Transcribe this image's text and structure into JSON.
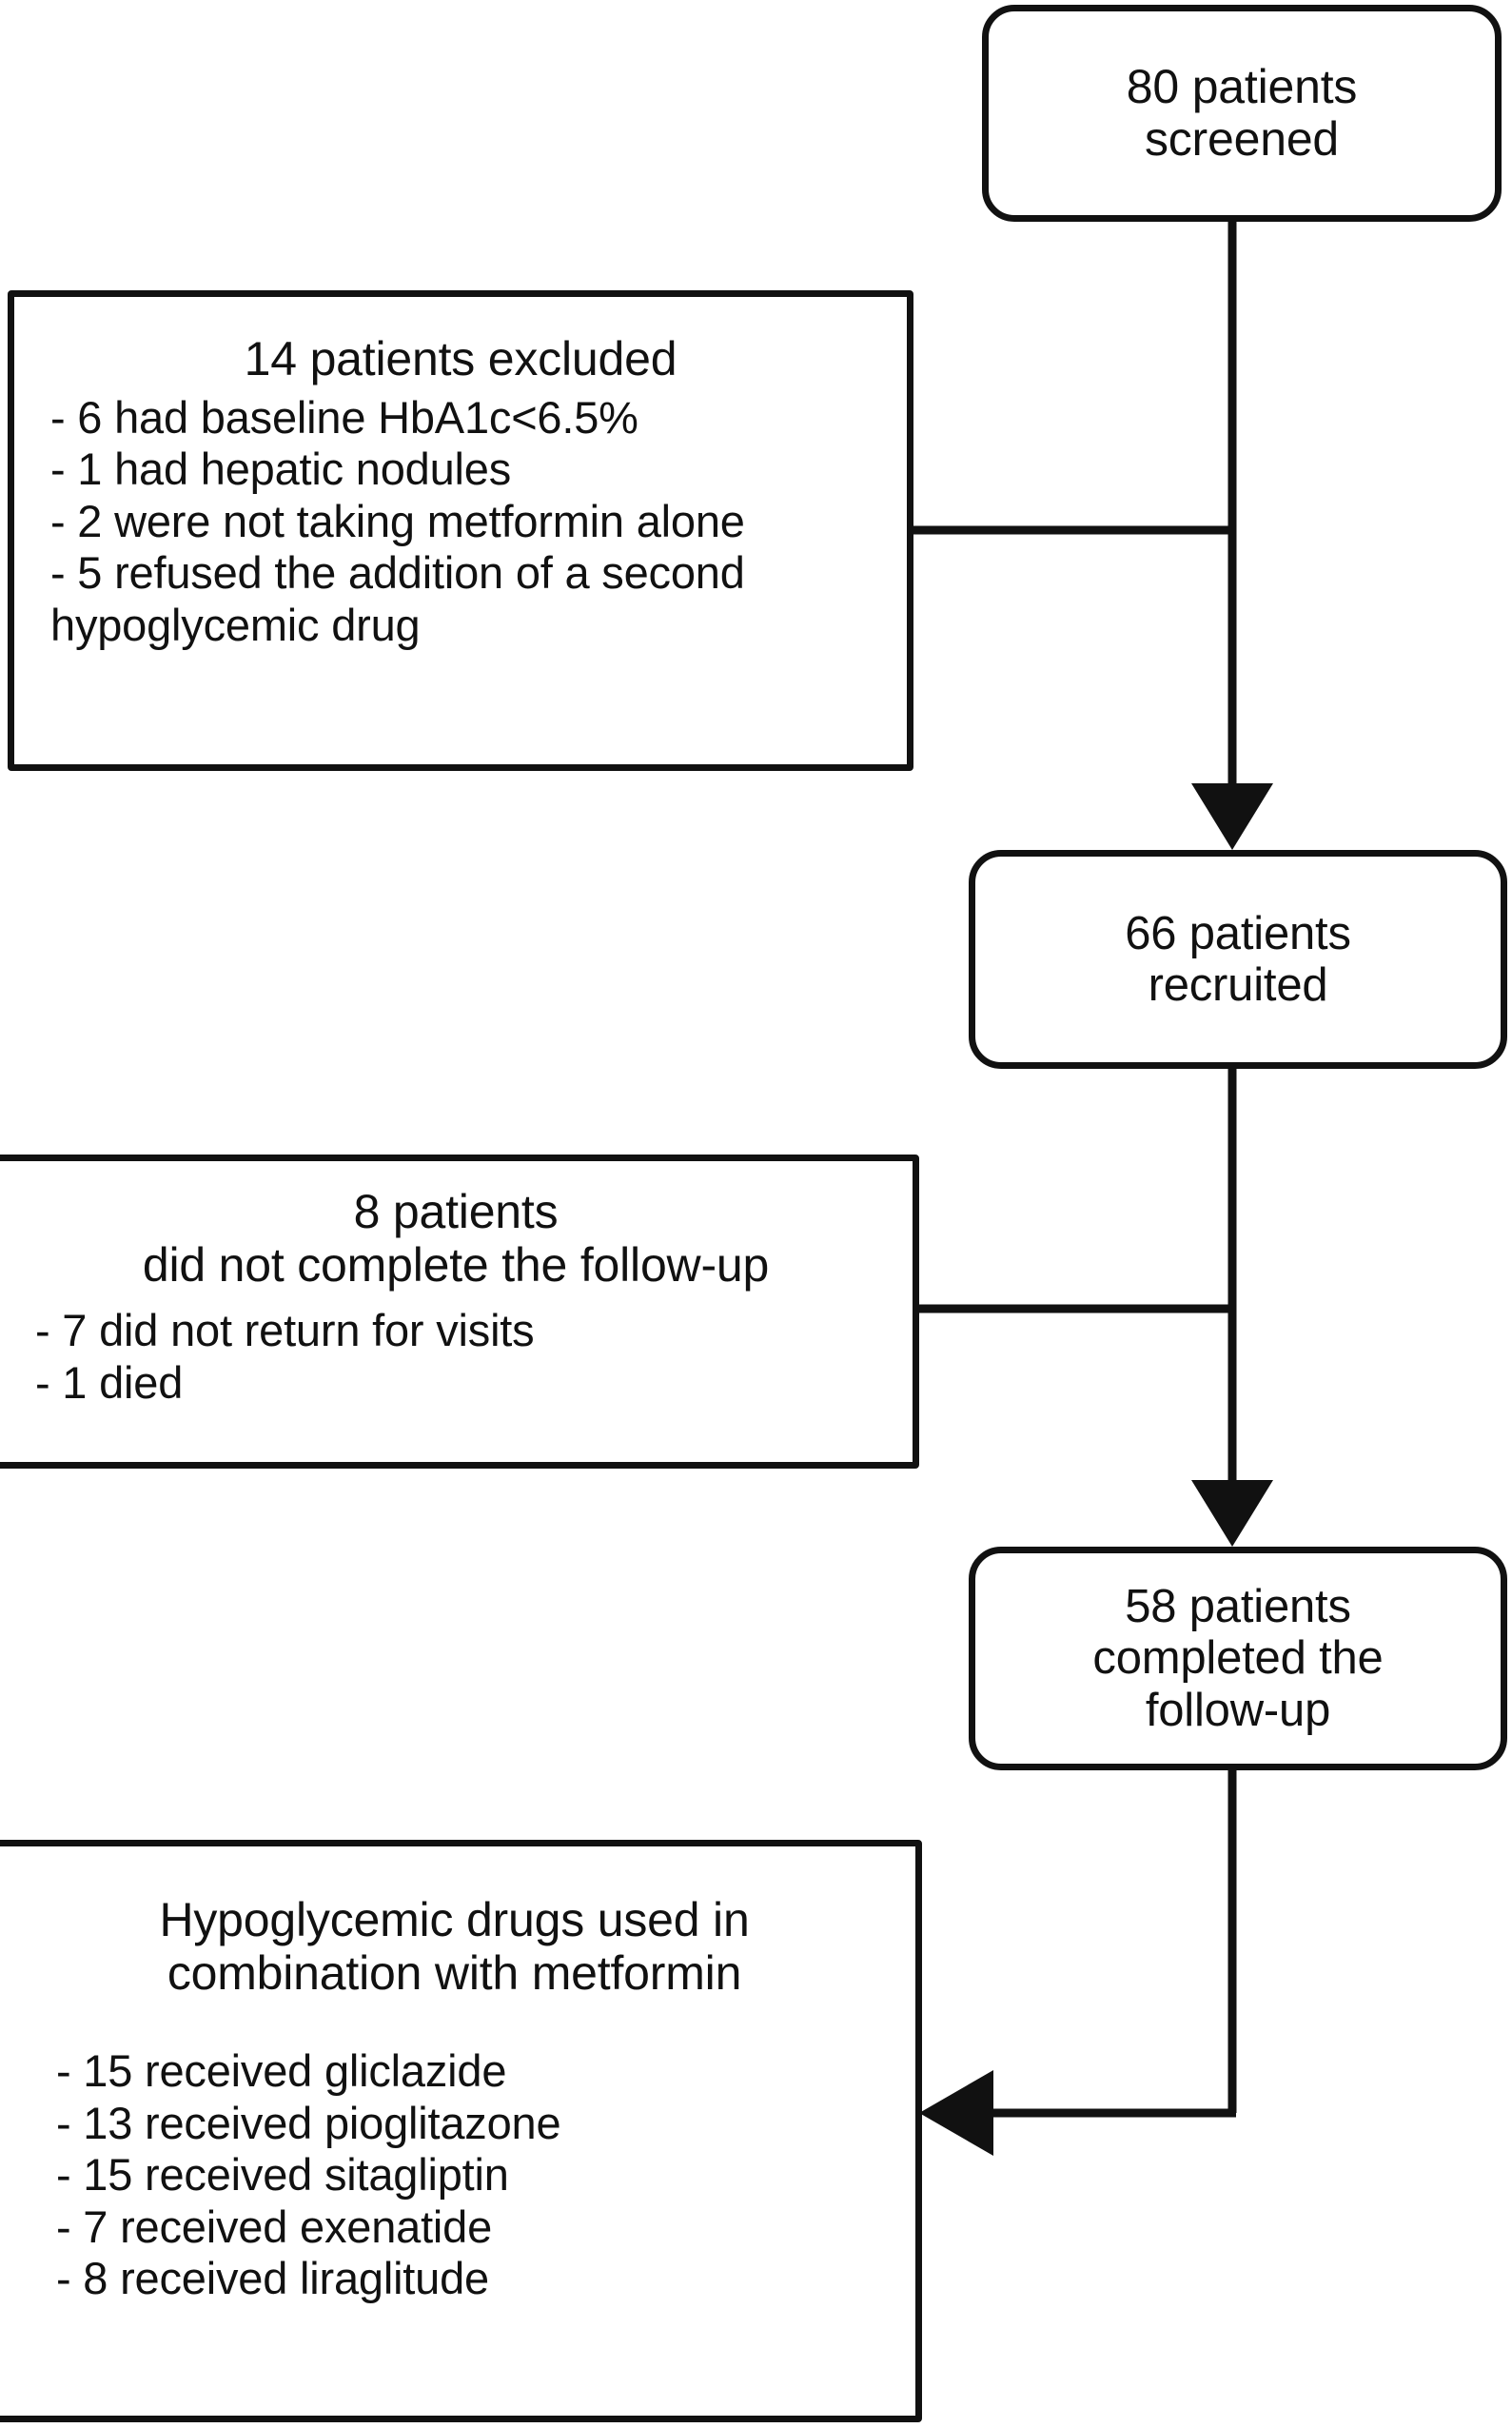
{
  "diagram": {
    "type": "flowchart",
    "kind": "consort-patient-flow",
    "orientation": "vertical",
    "background_color": "#ffffff",
    "line_color": "#111111",
    "text_color": "#111111",
    "nodes": [
      {
        "id": "screened",
        "shape": "rounded-rectangle",
        "column": "right",
        "title": "80 patients\nscreened",
        "items": []
      },
      {
        "id": "excluded",
        "shape": "rectangle",
        "column": "left",
        "title": "14 patients excluded",
        "items": [
          "- 6 had baseline HbA1c<6.5%",
          "- 1 had hepatic nodules",
          "- 2 were not taking metformin alone",
          "- 5 refused the addition of a second\nhypoglycemic drug"
        ]
      },
      {
        "id": "recruited",
        "shape": "rounded-rectangle",
        "column": "right",
        "title": "66 patients\nrecruited",
        "items": []
      },
      {
        "id": "dropout",
        "shape": "rectangle",
        "column": "left",
        "title": "8 patients\ndid not complete the follow-up",
        "items": [
          "- 7 did not return for visits",
          "- 1 died"
        ]
      },
      {
        "id": "completed",
        "shape": "rounded-rectangle",
        "column": "right",
        "title": "58 patients\ncompleted the\nfollow-up",
        "items": []
      },
      {
        "id": "drugs",
        "shape": "rectangle",
        "column": "left",
        "title": "Hypoglycemic drugs used in\ncombination with metformin",
        "items": [
          "- 15 received gliclazide",
          "- 13 received pioglitazone",
          "- 15 received sitagliptin",
          "- 7 received exenatide",
          "- 8 received liraglitude"
        ]
      }
    ],
    "edges": [
      {
        "id": "screened-to-recruited",
        "from": "screened",
        "to": "recruited",
        "arrow": "down"
      },
      {
        "id": "screened-to-excluded",
        "from": "screened",
        "to": "excluded",
        "arrow": "none"
      },
      {
        "id": "recruited-to-completed",
        "from": "recruited",
        "to": "completed",
        "arrow": "down"
      },
      {
        "id": "recruited-to-dropout",
        "from": "recruited",
        "to": "dropout",
        "arrow": "none"
      },
      {
        "id": "completed-to-drugs",
        "from": "completed",
        "to": "drugs",
        "arrow": "left"
      }
    ]
  },
  "counts": {
    "screened": 80,
    "excluded_total": 14,
    "excluded_hba1c_low": 6,
    "excluded_hepatic_nodules": 1,
    "excluded_not_metformin_alone": 2,
    "excluded_refused_second_drug": 5,
    "recruited": 66,
    "dropout_total": 8,
    "dropout_no_return": 7,
    "dropout_died": 1,
    "completed": 58,
    "gliclazide": 15,
    "pioglitazone": 13,
    "sitagliptin": 15,
    "exenatide": 7,
    "liraglitude": 8
  }
}
